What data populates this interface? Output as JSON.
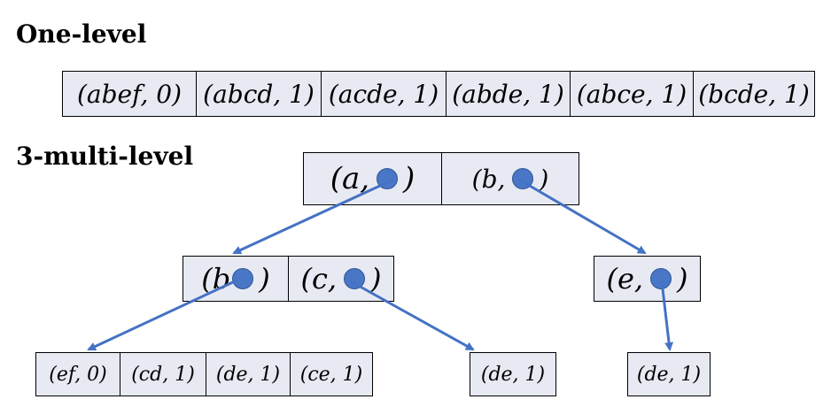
{
  "headings": {
    "one_level": "One-level",
    "multi_level": "3-multi-level"
  },
  "one_level_cells": [
    "(abef, 0)",
    "(abcd, 1)",
    "(acde, 1)",
    "(abde, 1)",
    "(abce, 1)",
    "(bcde, 1)"
  ],
  "multi_level": {
    "root": {
      "a": "(a,",
      "a_close": ")",
      "b": "(b,",
      "b_close": ")"
    },
    "level2_bc": {
      "b": "(b",
      "b_close": ")",
      "c": "(c,",
      "c_close": ")"
    },
    "level2_e": {
      "e": "(e,",
      "e_close": ")"
    },
    "leaves_left": [
      "(ef, 0)",
      "(cd, 1)",
      "(de, 1)",
      "(ce, 1)"
    ],
    "leaf_mid": "(de, 1)",
    "leaf_right": "(de, 1)"
  },
  "colors": {
    "cell_fill": "#e8eaf3",
    "pointer": "#4a76c6",
    "arrow": "#4472c4"
  }
}
